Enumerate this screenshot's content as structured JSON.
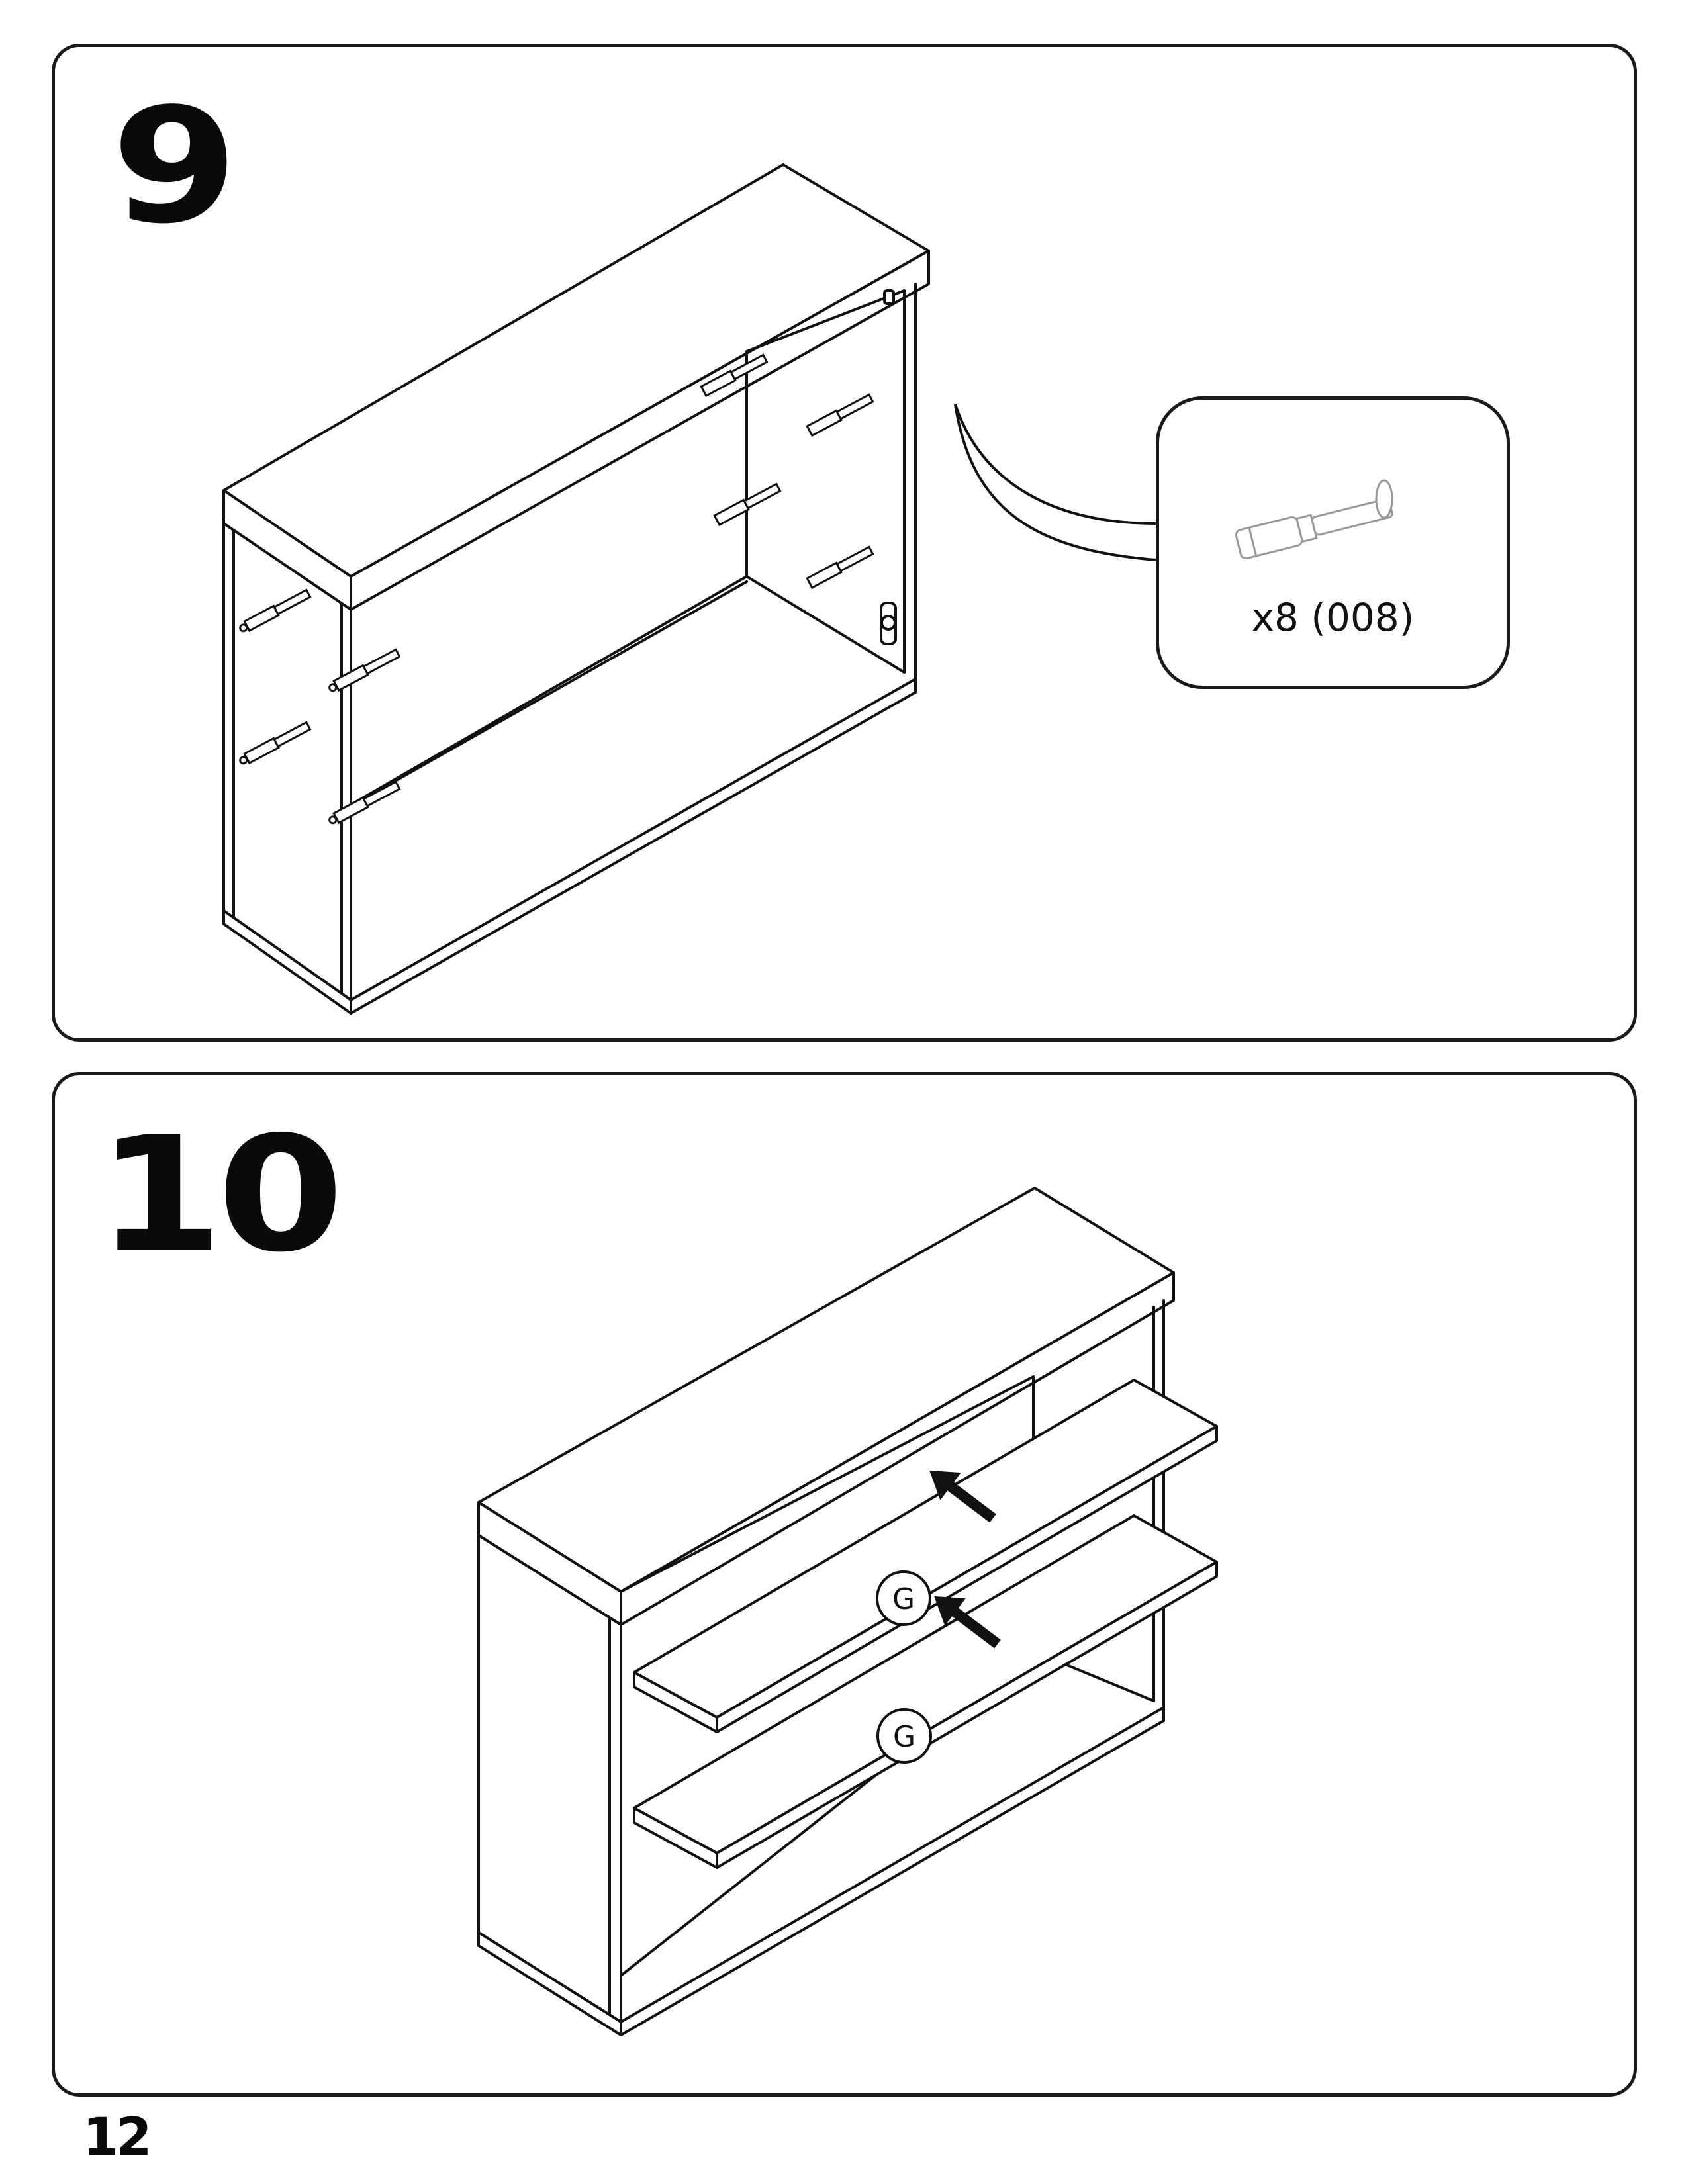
{
  "steps": [
    {
      "number": "9",
      "callout": {
        "quantity_label": "x8 (008)",
        "part_icon": "shelf-pin-icon"
      }
    },
    {
      "number": "10",
      "part_labels": [
        "G",
        "G"
      ]
    }
  ],
  "footer": {
    "page_number": "12"
  }
}
